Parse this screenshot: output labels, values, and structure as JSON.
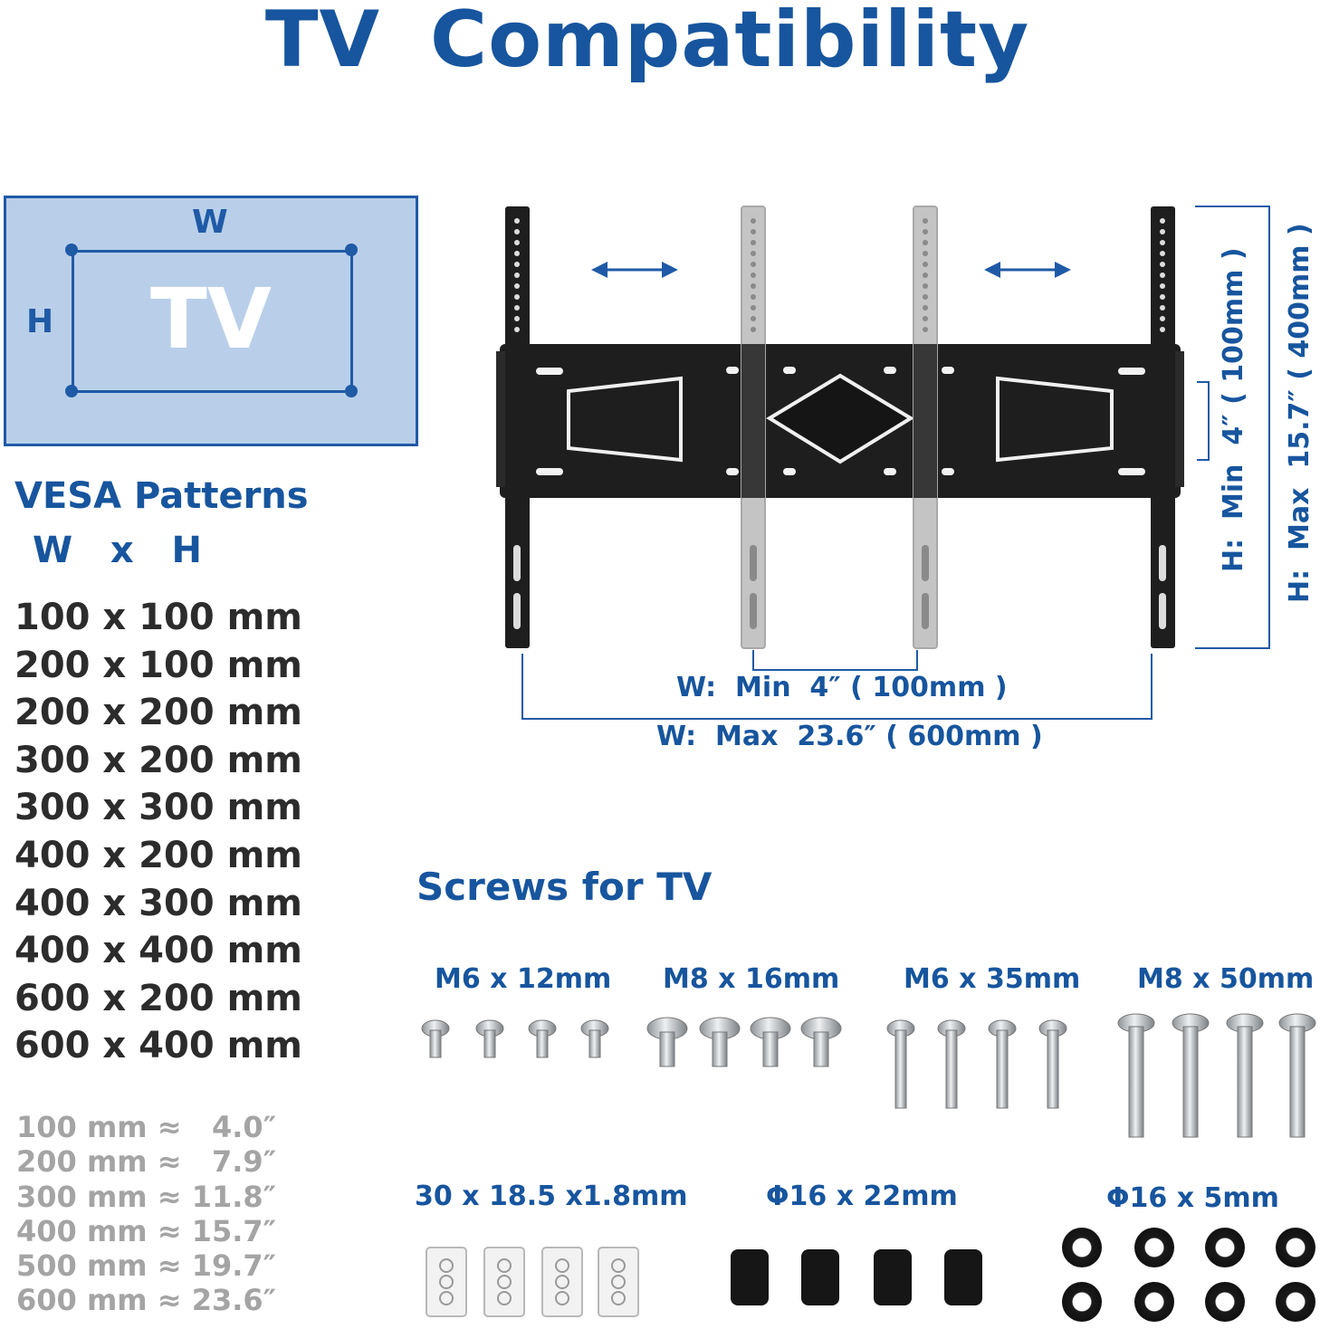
{
  "title": "TV  Compatibility",
  "tv_diagram": {
    "label": "TV",
    "w_label": "W",
    "h_label": "H"
  },
  "vesa": {
    "title": "VESA Patterns",
    "subtitle": "W   x   H",
    "patterns": [
      "100 x 100 mm",
      "200 x 100 mm",
      "200 x 200 mm",
      "300 x 200 mm",
      "300 x 300 mm",
      "400 x 200 mm",
      "400 x 300 mm",
      "400 x 400 mm",
      "600 x 200 mm",
      "600 x 400 mm"
    ],
    "conversions": [
      "100 mm ≈   4.0″",
      "200 mm ≈   7.9″",
      "300 mm ≈ 11.8″",
      "400 mm ≈ 15.7″",
      "500 mm ≈ 19.7″",
      "600 mm ≈ 23.6″"
    ]
  },
  "dimensions": {
    "w_min": "W:  Min  4″ ( 100mm )",
    "w_max": "W:  Max  23.6″ ( 600mm )",
    "h_min": "H:  Min  4″ ( 100mm )",
    "h_max": "H:  Max  15.7″ ( 400mm )"
  },
  "screws": {
    "title": "Screws for TV",
    "parts": [
      {
        "label": "M6 x 12mm"
      },
      {
        "label": "M8 x 16mm"
      },
      {
        "label": "M6 x 35mm"
      },
      {
        "label": "M8 x 50mm"
      },
      {
        "label": "30 x 18.5 x1.8mm"
      },
      {
        "label": "Φ16 x 22mm"
      },
      {
        "label": "Φ16 x 5mm"
      }
    ]
  },
  "colors": {
    "accent": "#17559e",
    "panel": "#b9cfe9",
    "mount": "#1e1e1e",
    "bracket_gray": "#c4c4c4"
  }
}
